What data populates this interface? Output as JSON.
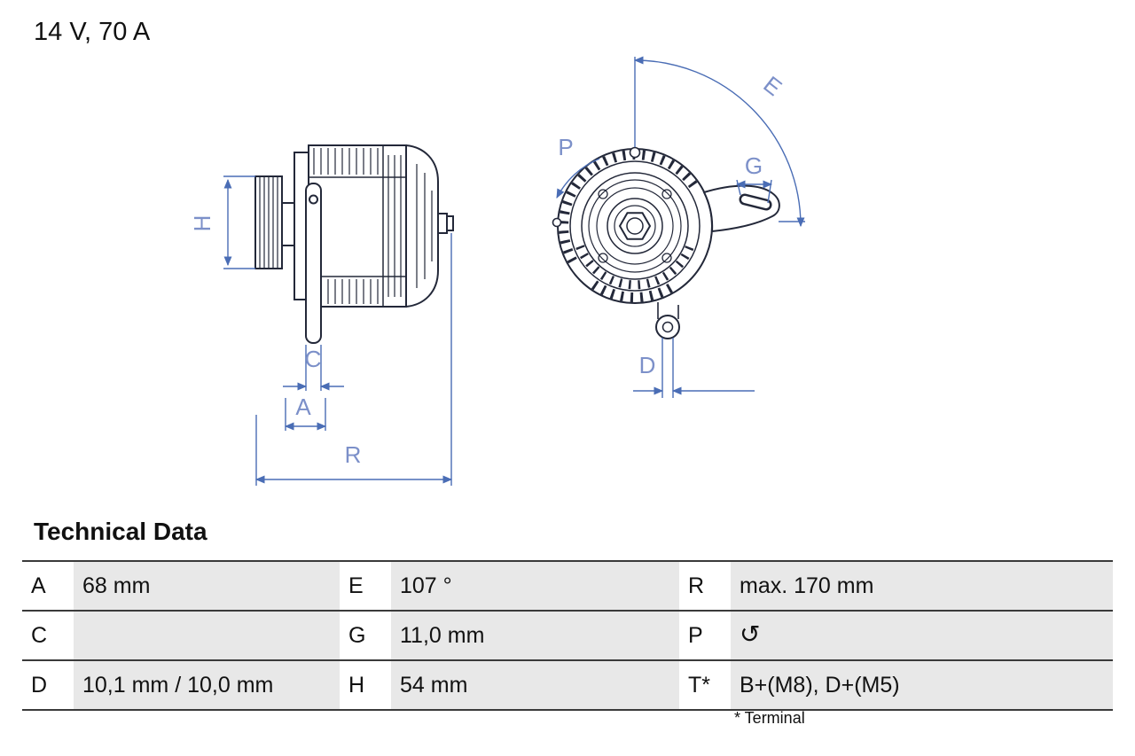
{
  "header": {
    "rating": "14 V, 70 A"
  },
  "diagram": {
    "line_color": "#4a6db5",
    "label_color": "#7c90c9",
    "ink_color": "#232839",
    "labels": {
      "H": "H",
      "C": "C",
      "A": "A",
      "R": "R",
      "P": "P",
      "E": "E",
      "G": "G",
      "D": "D"
    }
  },
  "technical_data": {
    "title": "Technical Data",
    "rows": [
      {
        "cells": [
          {
            "key": "A",
            "value": "68 mm"
          },
          {
            "key": "E",
            "value": "107 °"
          },
          {
            "key": "R",
            "value": "max. 170 mm"
          }
        ]
      },
      {
        "cells": [
          {
            "key": "C",
            "value": ""
          },
          {
            "key": "G",
            "value": "11,0 mm"
          },
          {
            "key": "P",
            "value": "",
            "icon_name": "counterclockwise-rotation",
            "icon_glyph": "↺"
          }
        ]
      },
      {
        "cells": [
          {
            "key": "D",
            "value": "10,1 mm / 10,0 mm"
          },
          {
            "key": "H",
            "value": "54 mm"
          },
          {
            "key": "T*",
            "value": "B+(M8), D+(M5)"
          }
        ]
      }
    ],
    "footnote": "* Terminal"
  }
}
